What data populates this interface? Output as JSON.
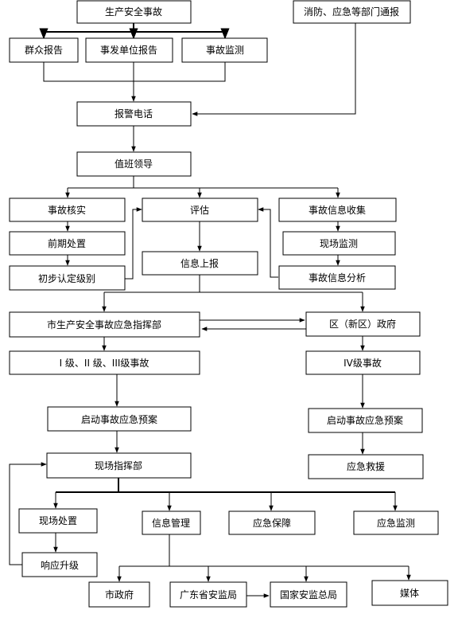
{
  "nodes": {
    "accident": "生产安全事故",
    "fire_notify": "消防、应急等部门通报",
    "public_report": "群众报告",
    "unit_report": "事发单位报告",
    "accident_monitor": "事故监测",
    "alarm_call": "报警电话",
    "duty_leader": "值班领导",
    "verify": "事故核实",
    "evaluate": "评估",
    "info_collect": "事故信息收集",
    "early_handle": "前期处置",
    "site_monitor": "现场监测",
    "info_report": "信息上报",
    "initial_level": "初步认定级别",
    "info_analysis": "事故信息分析",
    "city_hq": "市生产安全事故应急指挥部",
    "district_gov": "区（新区）政府",
    "level_123": "I 级、II 级、III级事故",
    "level_4": "IV级事故",
    "start_plan_city": "启动事故应急预案",
    "start_plan_district": "启动事故应急预案",
    "site_command": "现场指挥部",
    "emergency_rescue": "应急救援",
    "site_handle": "现场处置",
    "info_manage": "信息管理",
    "emergency_support": "应急保障",
    "emergency_monitor": "应急监测",
    "response_upgrade": "响应升级",
    "city_gov": "市政府",
    "gd_safety": "广东省安监局",
    "national_safety": "国家安监总局",
    "media": "媒体"
  }
}
